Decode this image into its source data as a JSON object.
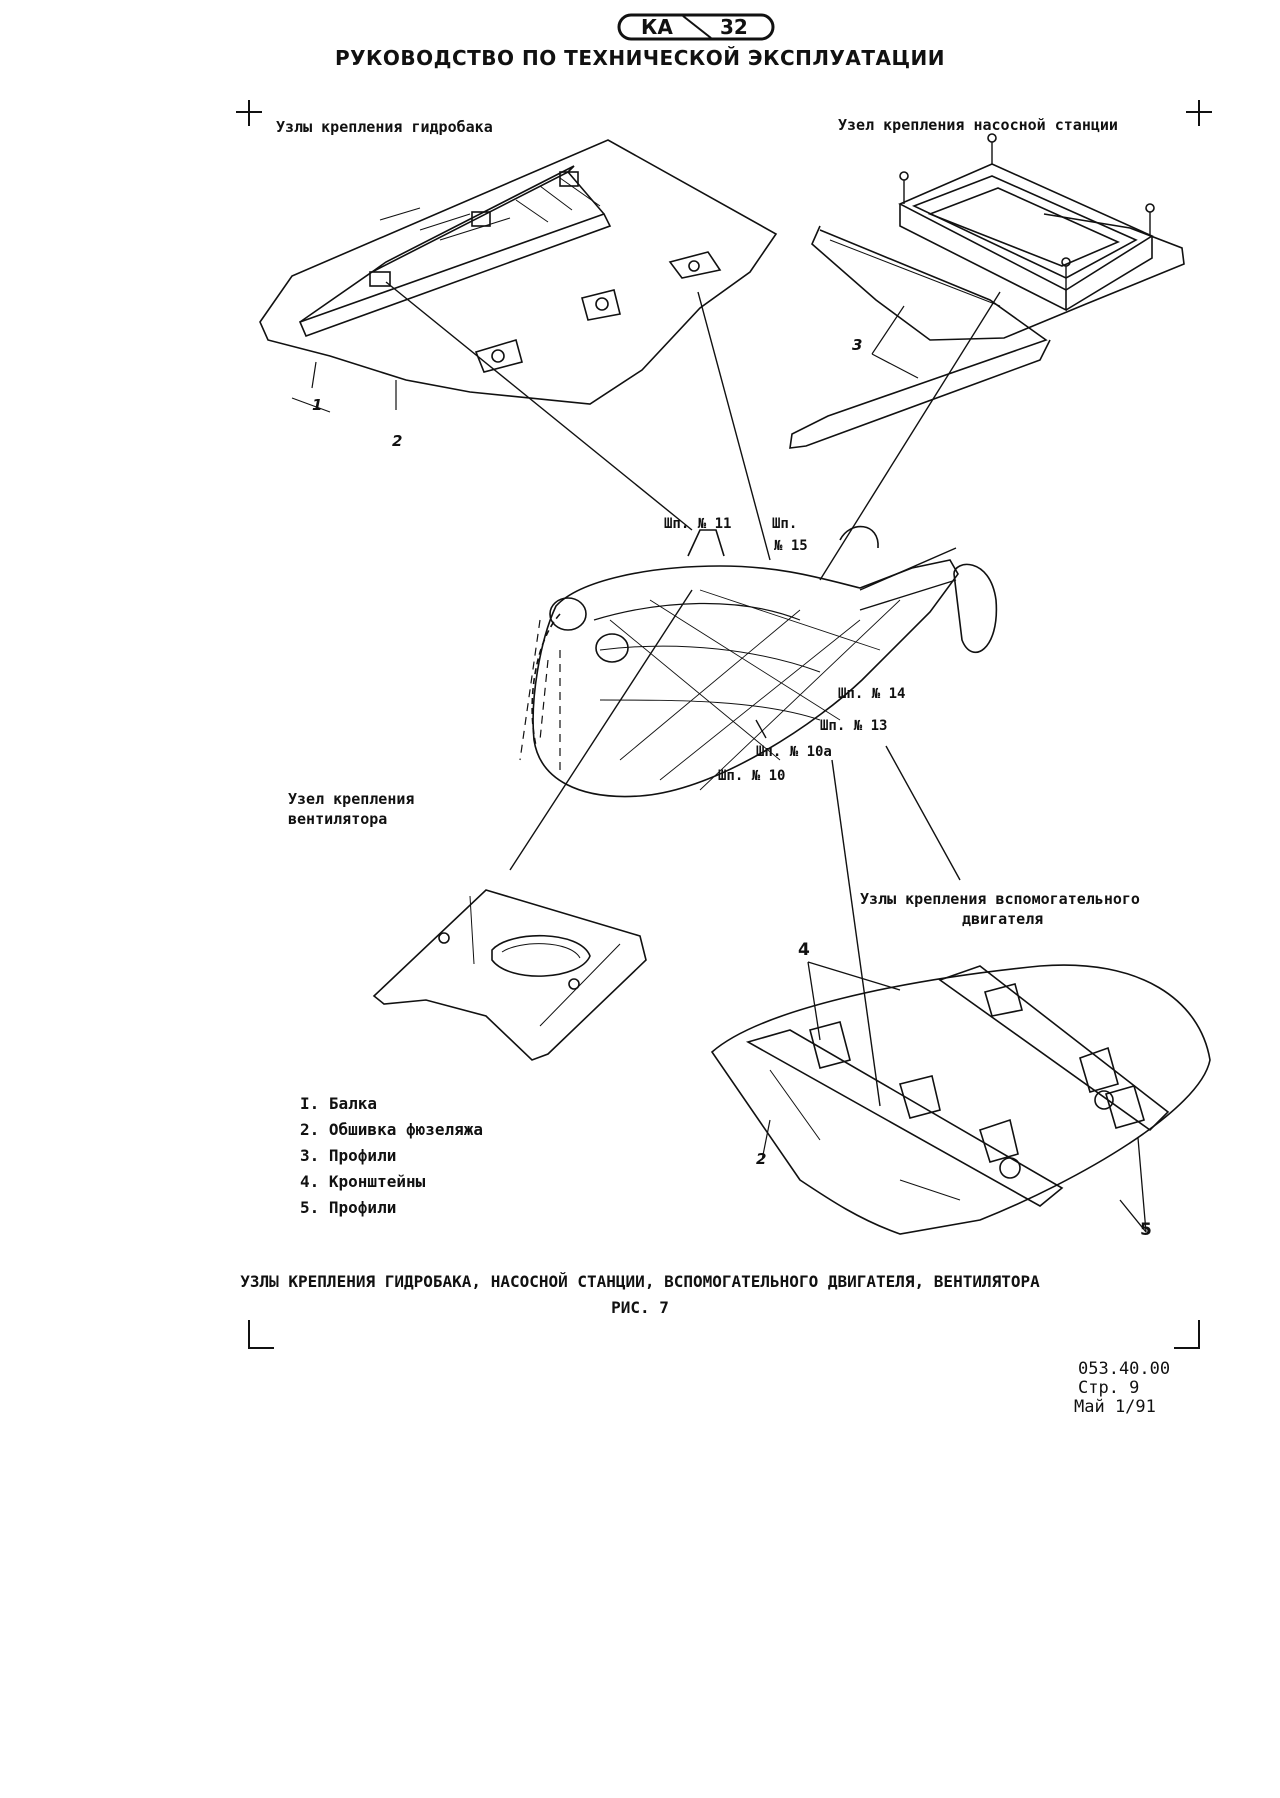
{
  "header": {
    "logo_left": "КА",
    "logo_right": "32",
    "manual_title": "РУКОВОДСТВО ПО ТЕХНИЧЕСКОЙ ЭКСПЛУАТАЦИИ"
  },
  "views": {
    "hydro_tank": "Узлы крепления гидробака",
    "pump_station": "Узел крепления насосной станции",
    "fan_line1": "Узел крепления",
    "fan_line2": "вентилятора",
    "aux_engine_line1": "Узлы крепления вспомогательного",
    "aux_engine_line2": "двигателя"
  },
  "callouts": {
    "n1": "1",
    "n2_top": "2",
    "n3": "3",
    "n4": "4",
    "n2_bottom": "2",
    "n5": "5"
  },
  "frames": {
    "f11": "Шп. № 11",
    "f15_a": "Шп.",
    "f15_b": "№ 15",
    "f14": "Шп. № 14",
    "f13": "Шп. № 13",
    "f10a": "Шп. № 10а",
    "f10": "Шп. № 10"
  },
  "legend": [
    "I. Балка",
    "2. Обшивка фюзеляжа",
    "3. Профили",
    "4. Кронштейны",
    "5. Профили"
  ],
  "caption": {
    "line1": "УЗЛЫ КРЕПЛЕНИЯ ГИДРОБАКА, НАСОСНОЙ СТАНЦИИ, ВСПОМОГАТЕЛЬНОГО ДВИГАТЕЛЯ, ВЕНТИЛЯТОРА",
    "line2": "РИС. 7"
  },
  "page_info": {
    "doc_code": "053.40.00",
    "page": "Стр. 9",
    "date": "Май 1/91"
  }
}
